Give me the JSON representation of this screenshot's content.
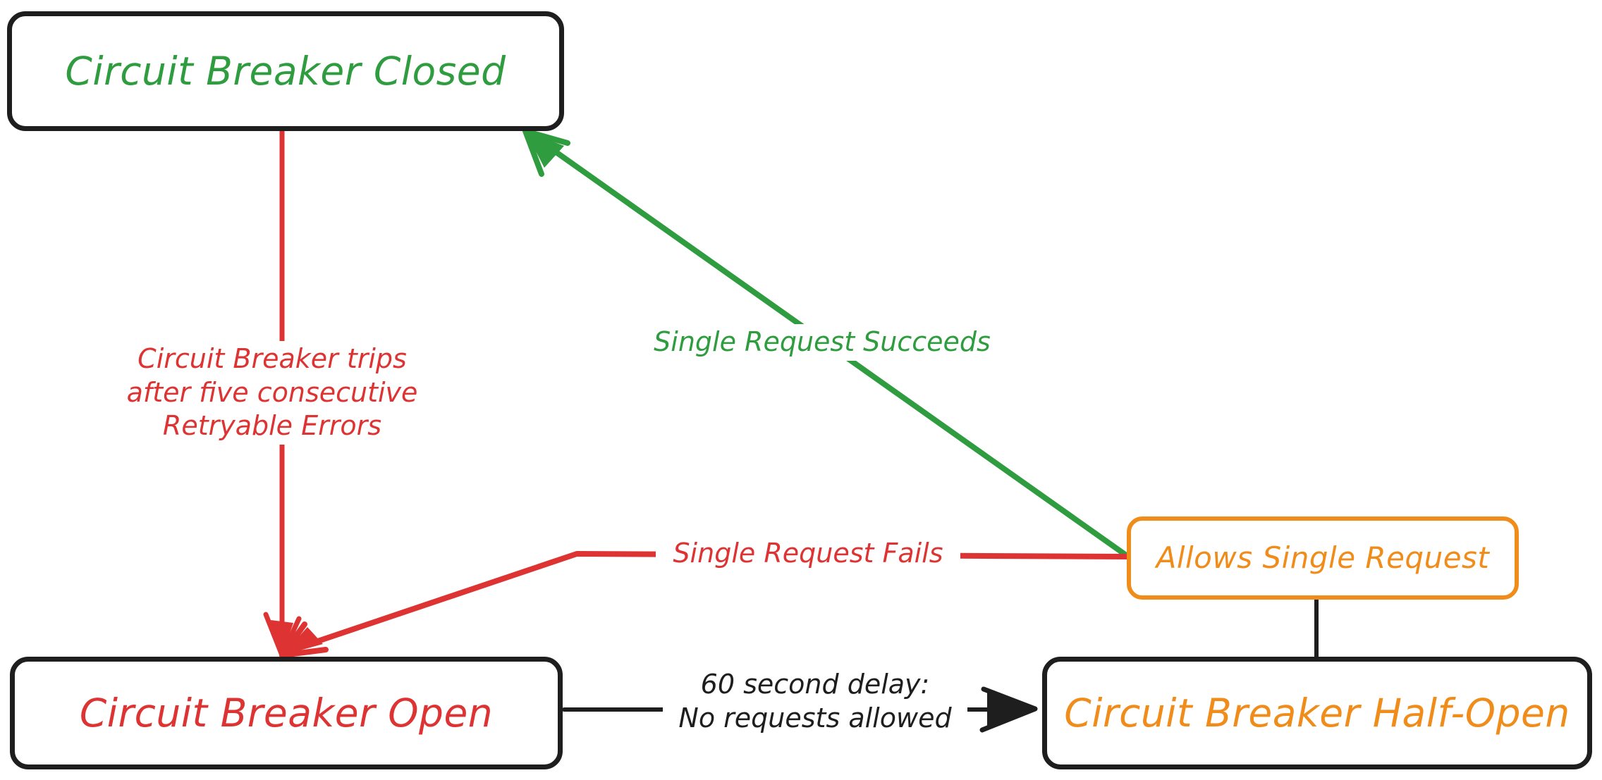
{
  "diagram": {
    "title": "Circuit Breaker State Diagram",
    "type": "state-diagram",
    "background": "#ffffff",
    "colors": {
      "green": "#2e9c3f",
      "red": "#dd3333",
      "orange": "#f08c1a",
      "black": "#1e1e1e"
    },
    "nodes": [
      {
        "id": "closed",
        "label": "Circuit Breaker Closed",
        "text_color": "#2e9c3f",
        "border_color": "#1e1e1e"
      },
      {
        "id": "open",
        "label": "Circuit Breaker Open",
        "text_color": "#dd3333",
        "border_color": "#1e1e1e"
      },
      {
        "id": "half_open",
        "label": "Circuit Breaker Half-Open",
        "text_color": "#f08c1a",
        "border_color": "#1e1e1e"
      },
      {
        "id": "allows_single_request",
        "label": "Allows Single Request",
        "text_color": "#f08c1a",
        "border_color": "#f08c1a"
      }
    ],
    "edges": [
      {
        "id": "closed_to_open",
        "from": "closed",
        "to": "open",
        "label": "Circuit Breaker trips\nafter five consecutive\nRetryable Errors",
        "color": "#dd3333"
      },
      {
        "id": "allows_to_closed",
        "from": "allows_single_request",
        "to": "closed",
        "label": "Single Request Succeeds",
        "color": "#2e9c3f"
      },
      {
        "id": "allows_to_open",
        "from": "allows_single_request",
        "to": "open",
        "label": "Single Request Fails",
        "color": "#dd3333"
      },
      {
        "id": "open_to_half_open",
        "from": "open",
        "to": "half_open",
        "label": "60 second delay:\nNo requests allowed",
        "color": "#1e1e1e"
      },
      {
        "id": "half_open_to_allows",
        "from": "half_open",
        "to": "allows_single_request",
        "label": "",
        "color": "#1e1e1e"
      }
    ]
  }
}
